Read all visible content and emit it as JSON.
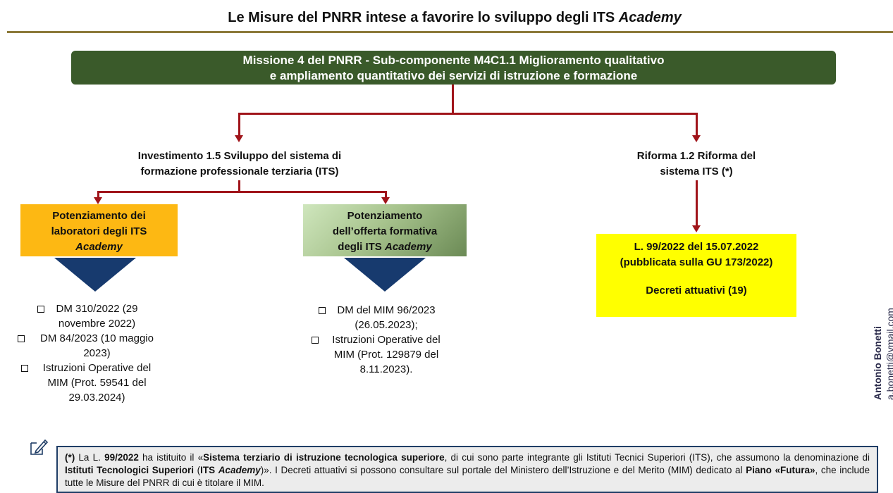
{
  "header": {
    "title_main": "Le Misure del PNRR intese a favorire lo sviluppo degli ITS ",
    "title_italic": "Academy"
  },
  "mission": {
    "line1": "Missione 4 del PNRR - Sub-componente M4C1.1 Miglioramento qualitativo",
    "line2": "e ampliamento quantitativo dei servizi di istruzione e formazione"
  },
  "investimento": {
    "line1": "Investimento 1.5  Sviluppo del sistema di",
    "line2": "formazione professionale terziaria (ITS)"
  },
  "riforma": {
    "line1": "Riforma 1.2 Riforma del",
    "line2": "sistema ITS (*)"
  },
  "box_laboratori": {
    "line1": "Potenziamento dei",
    "line2": "laboratori degli ITS",
    "line3": "Academy"
  },
  "box_offerta": {
    "line1": "Potenziamento",
    "line2": "dell’offerta formativa",
    "line3_prefix": "degli ITS ",
    "line3_italic": "Academy"
  },
  "box_legge": {
    "line1": "L. 99/2022 del 15.07.2022",
    "line2": "(pubblicata sulla GU 173/2022)",
    "line3": "Decreti attuativi (19)"
  },
  "list_left": [
    {
      "l1": "DM 310/2022 (29",
      "l2": "novembre 2022)"
    },
    {
      "l1": "DM 84/2023 (10 maggio",
      "l2": "2023)"
    },
    {
      "l1": "Istruzioni Operative del",
      "l2": "MIM  (Prot. 59541 del",
      "l3": "29.03.2024)"
    }
  ],
  "list_mid": [
    {
      "l1": "DM del MIM 96/2023",
      "l2": "(26.05.2023);"
    },
    {
      "l1": "Istruzioni Operative del",
      "l2": "MIM (Prot. 129879 del",
      "l3": "8.11.2023)."
    }
  ],
  "side": {
    "name": "Antonio Bonetti",
    "email": "a.bonetti@ymail.com"
  },
  "note": {
    "p1": "(*)",
    "p2": " La L. ",
    "p3": "99/2022",
    "p4": " ha istituito il «",
    "p5": "Sistema terziario di istruzione tecnologica superiore",
    "p6": ", di cui sono parte integrante gli Istituti Tecnici Superiori (ITS), che assumono la denominazione di ",
    "p7": "Istituti Tecnologici Superiori",
    "p8": " (",
    "p9": "ITS ",
    "p10": "Academy",
    "p11": ")». I Decreti attuativi si possono consultare sul portale del Ministero dell’Istruzione e del Merito (MIM) dedicato al ",
    "p12": "Piano «Futura»",
    "p13": ", che include tutte le Misure del PNRR di cui è titolare il MIM."
  },
  "colors": {
    "mission_bg": "#3a5a2a",
    "connector": "#a0141a",
    "orange": "#fdb813",
    "yellow": "#ffff00",
    "triangle": "#173a6e"
  },
  "icons": {
    "note_icon": "notepad-pencil-icon",
    "bullet": "checkbox-icon"
  }
}
